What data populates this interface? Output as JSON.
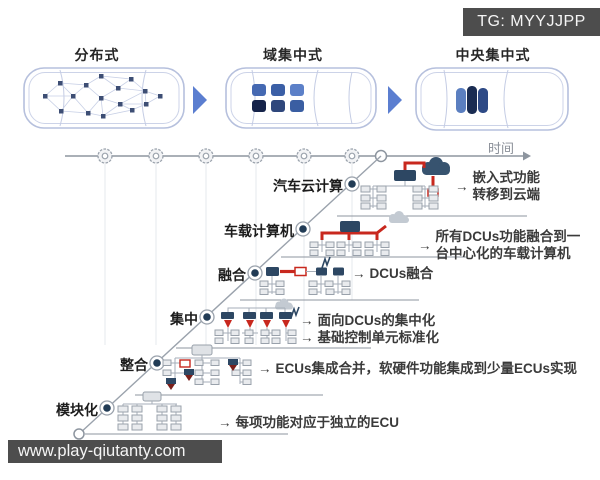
{
  "watermarks": {
    "telegram": "TG: MYYJJPP",
    "website": "www.play-qiutanty.com"
  },
  "top_columns": [
    {
      "label": "分布式"
    },
    {
      "label": "域集中式"
    },
    {
      "label": "中央集中式"
    }
  ],
  "timeline": {
    "axis_label": "时间"
  },
  "evolution_stages": [
    {
      "label": "汽车云计算",
      "arrow": "→",
      "lines": [
        "嵌入式功能",
        "转移到云端"
      ]
    },
    {
      "label": "车载计算机",
      "arrow": "→",
      "lines": [
        "所有DCUs功能融合到一",
        "台中心化的车载计算机"
      ]
    },
    {
      "label": "融合",
      "arrow": "→",
      "lines": [
        "DCUs融合"
      ]
    },
    {
      "label": "集中",
      "arrow": "→",
      "lines": [
        "面向DCUs的集中化",
        "基础控制单元标准化"
      ]
    },
    {
      "label": "整合",
      "arrow": "→",
      "lines": [
        "ECUs集成合并，软硬件功能集成到少量ECUs实现"
      ]
    },
    {
      "label": "模块化",
      "arrow": "→",
      "lines": [
        "每项功能对应于独立的ECU"
      ]
    }
  ],
  "colors": {
    "accent_red": "#c8281e",
    "navy": "#2d4763",
    "dark_navy": "#1a2c52",
    "car_outline": "#b6c0dd",
    "arrow_blue": "#5b7ed0",
    "line_gray": "#8d959f",
    "watermark_bg": "#4d4d4d",
    "ecu_box_fill": "#e9ebee",
    "ecu_box_stroke": "#99a1ab"
  }
}
